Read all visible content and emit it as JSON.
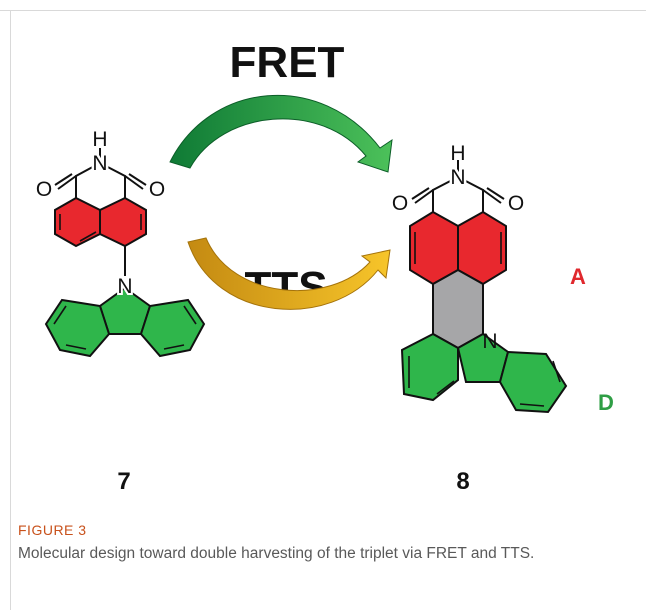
{
  "figure": {
    "title_fret": "FRET",
    "title_tts": "TTS",
    "compound_left_label": "7",
    "compound_right_label": "8",
    "acceptor_label": "A",
    "donor_label": "D",
    "atoms": {
      "hydrogen": "H",
      "nitrogen": "N",
      "oxygen": "O"
    },
    "colors": {
      "acceptor_red": "#e8282e",
      "donor_green": "#2fb64b",
      "bridge_gray": "#a6a6a8",
      "fret_arrow_green": "#1f8a3a",
      "tts_arrow_gold": "#e3a51c",
      "label_a": "#e0282d",
      "label_d": "#2f9e45"
    }
  },
  "caption": {
    "label": "FIGURE 3",
    "text": "Molecular design toward double harvesting of the triplet via FRET and TTS."
  }
}
